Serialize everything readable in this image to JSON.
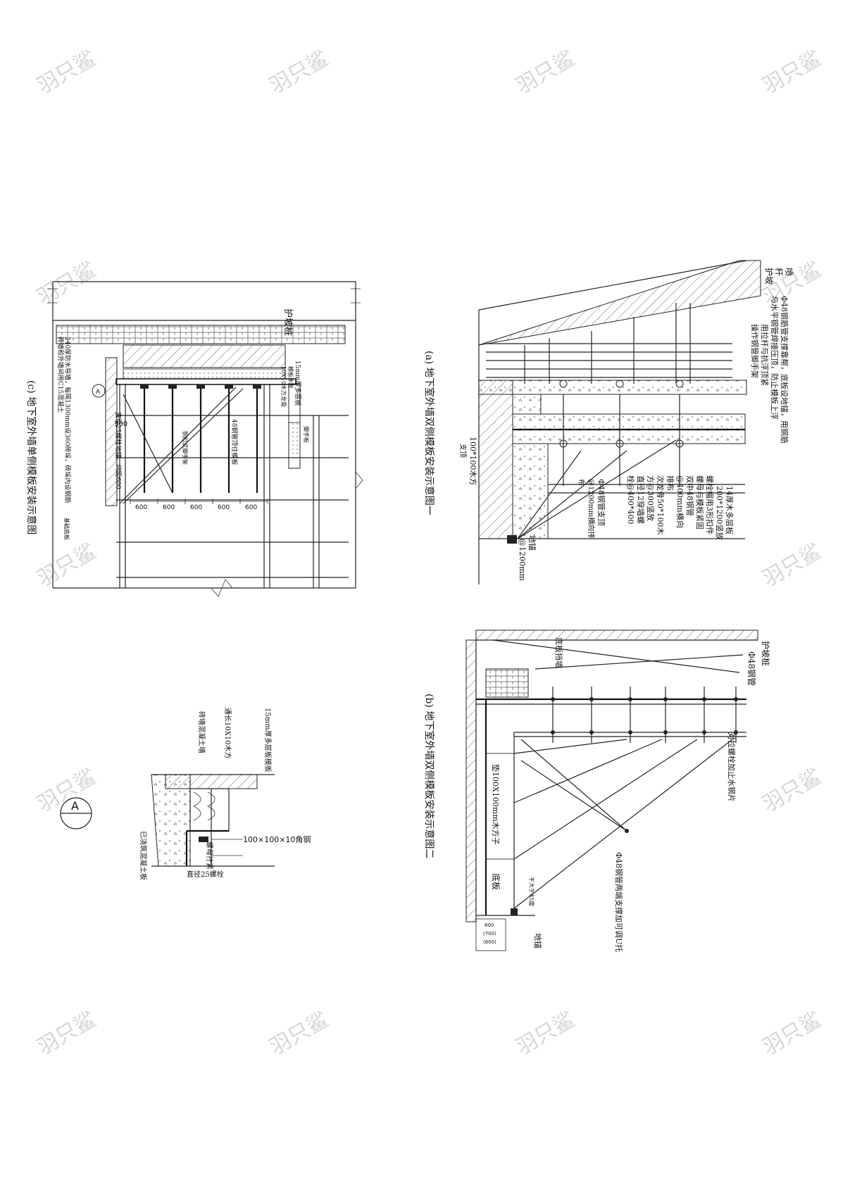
{
  "watermark": "羽只鲨",
  "diagram_a": {
    "caption": "(a) 地下室外墙双侧模板安装示意图一",
    "labels": {
      "hupo": "护坡",
      "pen": "喷",
      "gan": "杆",
      "note_top_1": "Φ48钢筋管支撑靠帮，底板设地锚，用钢筋",
      "note_top_2": "与水平钢管焊接压顶，防止模板上浮",
      "note_top_3": "用拉杆与抗浮顶紧",
      "note_top_4": "操作钢管脚手架",
      "board": "14厚木多层板",
      "board2": "200*1200竖放",
      "bolt_a": "螺栓帽用3形扣件",
      "bolt_b": "螺母与模板紧固",
      "dbl": "双中48钢管",
      "spacing": "@400mm横向",
      "rib": "排布",
      "rib2": "次龙骨50*100木",
      "rib3": "方@300竖放",
      "bolt_d": "直径12穿墙螺",
      "bolt_s": "栓@400*400",
      "pipe": "Φ48钢管支顶",
      "pipe2": "@1200mm横向排",
      "pipe3": "布",
      "wood": "100*100木方",
      "wood2": "支顶",
      "anchor": "地锚",
      "anchor_s": "@1200mm"
    }
  },
  "diagram_b": {
    "caption": "(b) 地下室外墙双侧模板安装示意图二",
    "labels": {
      "pile": "护坡桩",
      "pipe": "Φ48钢管",
      "retain": "底板挡墙",
      "bolt": "对拉螺栓加止水钢片",
      "pipe_brace": "Φ48钢管两端支撑加可调U托",
      "wood": "垫100X100mm木方子",
      "angle": "不大于45度",
      "slab": "底板",
      "anchor": "地锚",
      "dims": [
        "800",
        "(700)",
        "(600)"
      ]
    }
  },
  "diagram_c": {
    "caption": "(c) 地下室外墙单侧模板安装示意图",
    "labels": {
      "pile": "护坡桩",
      "brick": "240厚防水导墙，每隔1300mm设360砖垛，砖垛内设钢筋",
      "brick2": "砖墙和外墙间用C15混凝土",
      "board": "15mm厚多层板",
      "main": "模板木龙",
      "wood": "10X10木方龙骨",
      "scaffold": "脚手板",
      "pipe": "48钢管顶住模板",
      "screw": "直径25螺栓地锚，间距600",
      "hoop": "钢扣式脚手架",
      "base": "基础底板",
      "dim300": "300",
      "dim600": [
        "600",
        "600",
        "600",
        "600",
        "600"
      ]
    }
  },
  "detail_A": {
    "symbol": "A",
    "labels": {
      "board": "15mm厚多层板模板",
      "wood": "通长10X10木方",
      "brick": "砖墙混凝土墙",
      "angle": "100×100×10角钢",
      "nut": "螺母拧紧",
      "bolt": "直径25螺栓",
      "conc": "已浇筑混凝土板"
    }
  }
}
